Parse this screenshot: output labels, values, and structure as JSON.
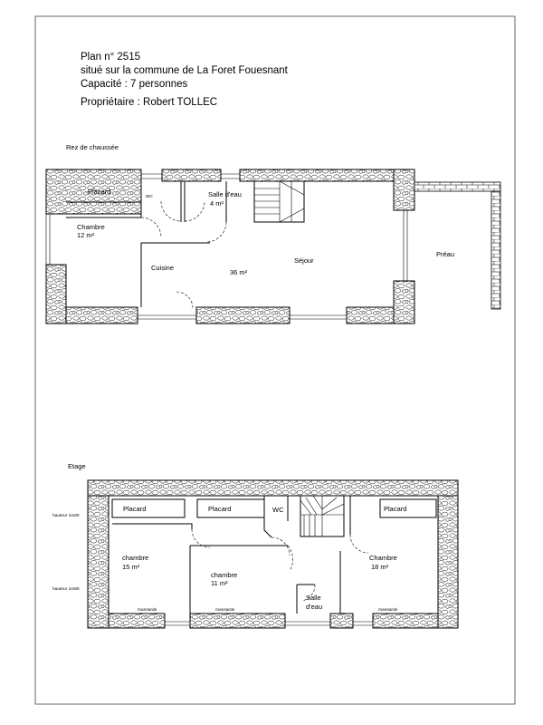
{
  "header": {
    "plan": "Plan n° 2515",
    "location": "situé sur la commune de La Foret Fouesnant",
    "capacity": "Capacité : 7 personnes",
    "owner": "Propriétaire : Robert TOLLEC"
  },
  "ground_floor": {
    "title": "Rez de chaussée",
    "rooms": {
      "placard": "Placard",
      "wc": "WC",
      "salle_eau": "Salle d'eau",
      "salle_eau_area": "4 m²",
      "chambre": "Chambre",
      "chambre_area": "12 m²",
      "cuisine": "Cuisine",
      "sejour": "Séjour",
      "sejour_area": "36 m²",
      "preau": "Préau"
    }
  },
  "upper_floor": {
    "title": "Etage",
    "rooms": {
      "placard_1": "Placard",
      "placard_2": "Placard",
      "placard_3": "Placard",
      "wc": "WC",
      "chambre_1": "chambre",
      "chambre_1_area": "15 m²",
      "chambre_2": "chambre",
      "chambre_2_area": "11 m²",
      "chambre_3": "Chambre",
      "chambre_3_area": "18 m²",
      "salle_eau_1": "Salle",
      "salle_eau_2": "d'eau"
    },
    "notes": {
      "hauteur_1": "hauteur 1m80",
      "hauteur_2": "hauteur 1m80",
      "mansarde_1": "mansarde",
      "mansarde_2": "mansarde",
      "mansarde_3": "mansarde"
    }
  }
}
